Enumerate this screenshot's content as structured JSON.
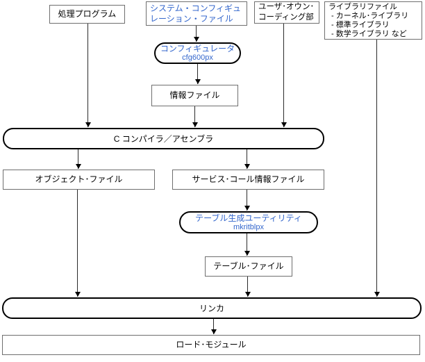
{
  "diagram": {
    "title": "build-process-flowchart",
    "nodes": {
      "processing_program": {
        "label": "処理プログラム"
      },
      "system_config_file": {
        "line1": "システム・コンフィギュ",
        "line2": "レーション・ファイル"
      },
      "user_own_coding": {
        "line1": "ユーザ･オウン･",
        "line2": "コーディング部"
      },
      "library_files": {
        "title": "ライブラリファイル",
        "items": [
          "- カーネル･ライブラリ",
          "- 標準ライブラリ",
          "- 数学ライブラリ など"
        ]
      },
      "configurator": {
        "label": "コンフィギュレータ",
        "command": "cfg600px"
      },
      "info_file": {
        "label": "情報ファイル"
      },
      "c_compiler_assembler": {
        "label": "C コンパイラ／アセンブラ"
      },
      "object_file": {
        "label": "オブジェクト･ファイル"
      },
      "service_call_info_file": {
        "label": "サービス･コール情報ファイル"
      },
      "table_gen_utility": {
        "label": "テーブル生成ユーティリティ",
        "command": "mkritblpx"
      },
      "table_file": {
        "label": "テーブル･ファイル"
      },
      "linker": {
        "label": "リンカ"
      },
      "load_module": {
        "label": "ロード･モジュール"
      }
    },
    "colors": {
      "tool_text_blue": "#3366cc",
      "file_box_border": "#6e6e6e",
      "process_box_border": "#000000",
      "background": "#ffffff"
    }
  }
}
